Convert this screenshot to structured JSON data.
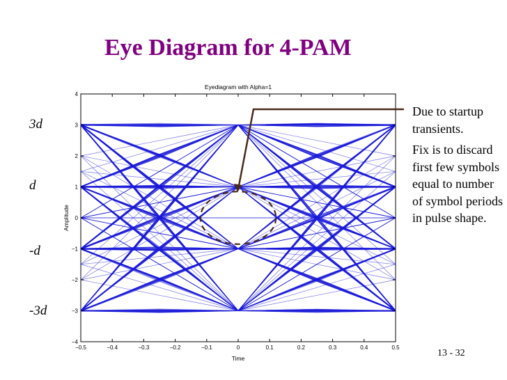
{
  "slide": {
    "title": "Eye Diagram for 4-PAM",
    "slide_number": "13 - 32",
    "level_labels": [
      "3d",
      "d",
      "-d",
      "-3d"
    ],
    "note_lines": [
      "Due to startup transients.",
      "Fix is to discard first few symbols equal to number of symbol periods in pulse shape."
    ]
  },
  "colors": {
    "title": "#800080",
    "trace": "#1a1ad8",
    "arrow": "#4a2a1a"
  },
  "chart_data": {
    "type": "line",
    "title": "Eyediagram with Alpha=1",
    "xlabel": "Time",
    "ylabel": "Amplitude",
    "xlim": [
      -0.5,
      0.5
    ],
    "ylim": [
      -4,
      4
    ],
    "xticks": [
      -0.5,
      -0.4,
      -0.3,
      -0.2,
      -0.1,
      0,
      0.1,
      0.2,
      0.3,
      0.4,
      0.5
    ],
    "xtick_labels": [
      "−0.5",
      "−0.4",
      "−0.3",
      "−0.2",
      "−0.1",
      "0",
      "0.1",
      "0.2",
      "0.3",
      "0.4",
      "0.5"
    ],
    "yticks": [
      -4,
      -3,
      -2,
      -1,
      0,
      1,
      2,
      3,
      4
    ],
    "ytick_labels": [
      "−4",
      "−3",
      "−2",
      "−1",
      "0",
      "1",
      "2",
      "3",
      "4"
    ],
    "grid": false,
    "symbol_levels": [
      -3,
      -1,
      1,
      3
    ],
    "sample_times": [
      -0.5,
      -0.25,
      0,
      0.25,
      0.5
    ],
    "annotation": {
      "type": "dashed-circle",
      "center": [
        0,
        0
      ],
      "radius_x": 0.12,
      "radius_y": 0.85
    }
  }
}
